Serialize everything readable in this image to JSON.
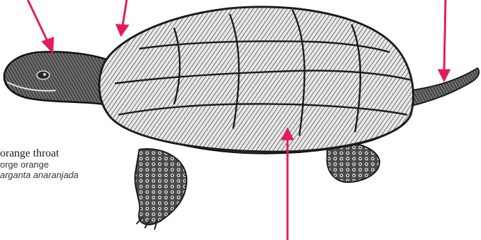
{
  "diagram": {
    "subject": "turtle-illustration",
    "label": {
      "english": "orange throat",
      "french": "orge orange",
      "spanish": "arganta anaranjada"
    },
    "colors": {
      "arrow": "#e21c5d",
      "ink": "#1c1c1c",
      "background": "#ffffff"
    }
  }
}
